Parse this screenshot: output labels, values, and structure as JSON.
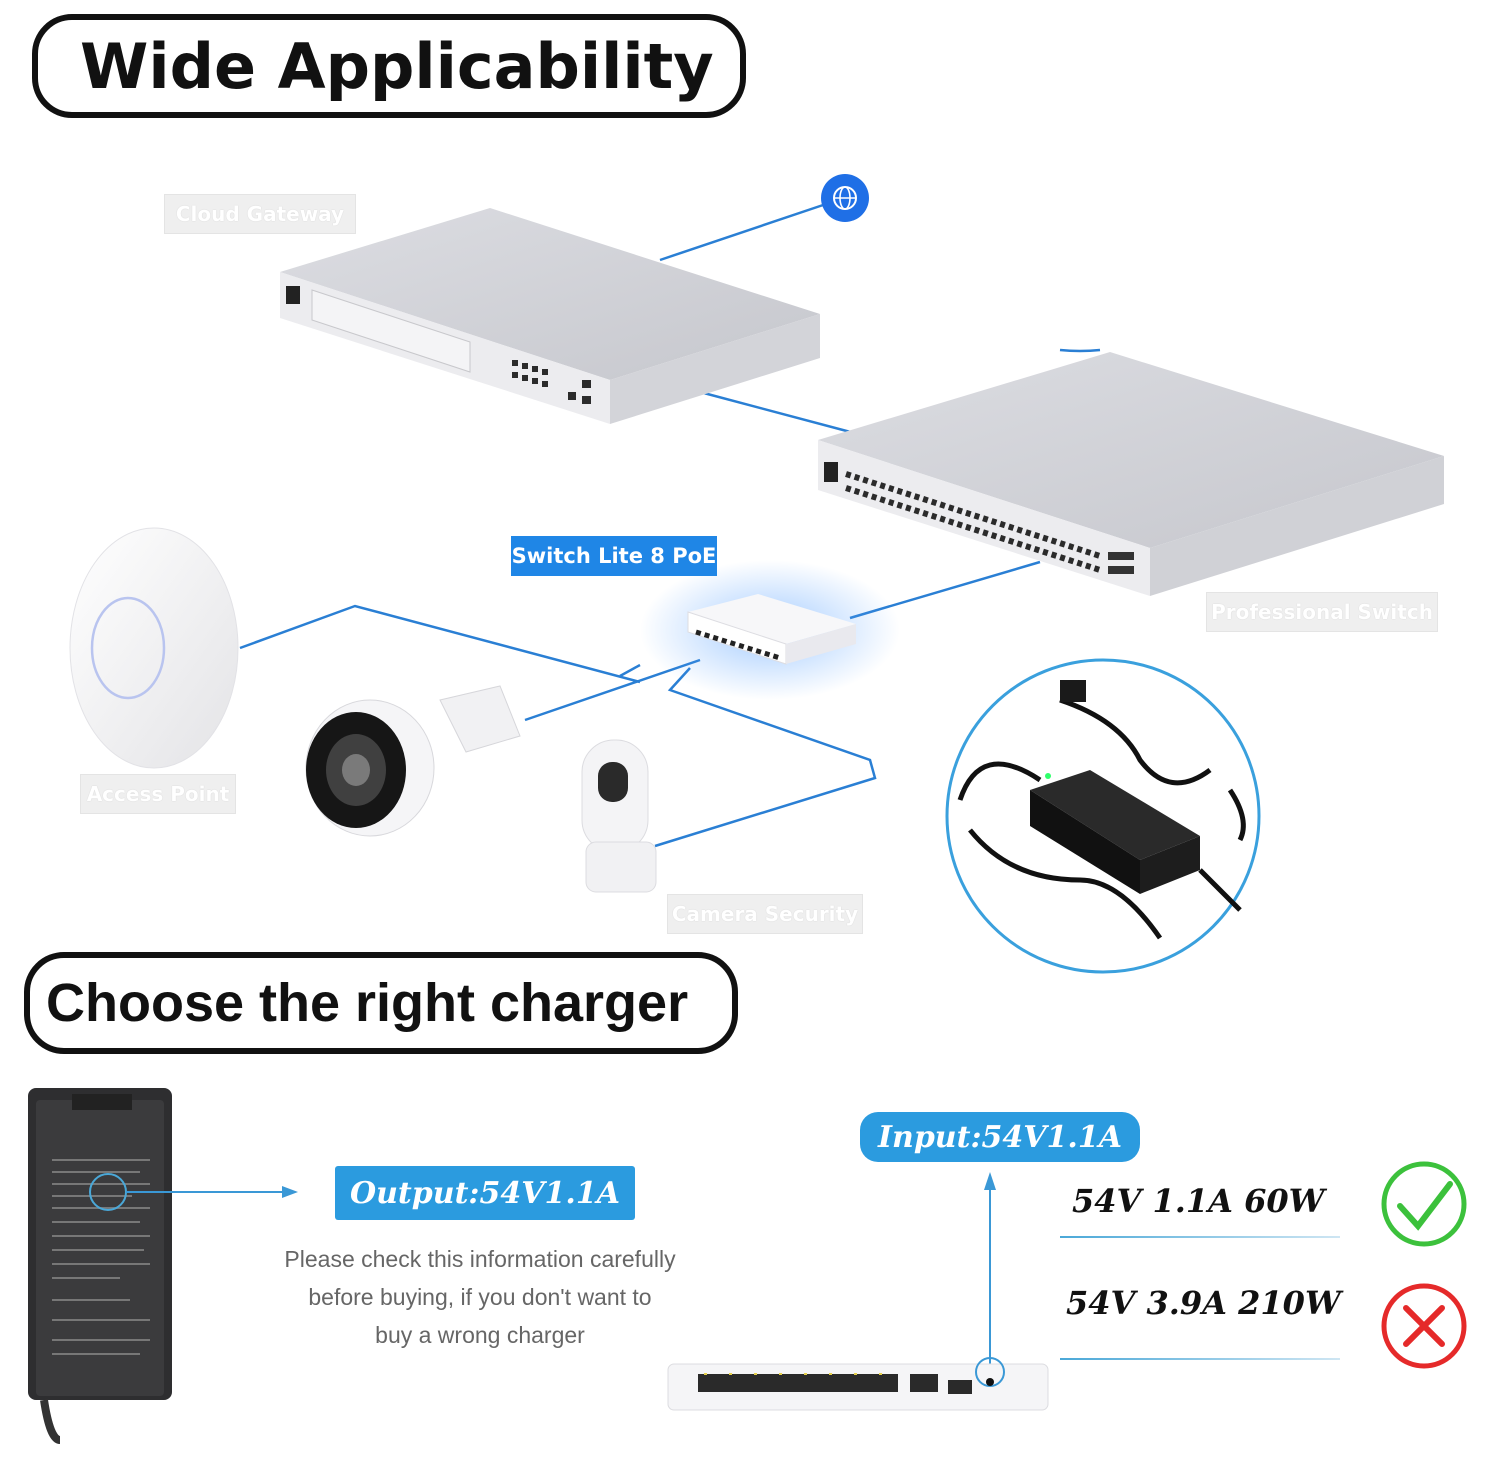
{
  "headings": {
    "wide_applicability": "Wide Applicability",
    "choose_charger": "Choose the right charger"
  },
  "diagram": {
    "cloud_gateway": "Cloud Gateway",
    "professional_switch": "Professional Switch",
    "switch_lite": "Switch Lite 8 PoE",
    "access_point": "Access Point",
    "camera_security": "Camera Security"
  },
  "charger": {
    "output_label": "Output:54V1.1A",
    "input_label": "Input:54V1.1A",
    "note_lines": [
      "Please check this information carefully",
      "before buying, if you don't want to",
      "buy a wrong charger"
    ],
    "spec_correct": "54V  1.1A 60W",
    "spec_wrong": "54V  3.9A 210W"
  },
  "colors": {
    "accent_blue": "#2b9bdf",
    "cable_blue": "#2a7fd4",
    "check_green": "#3cc13c",
    "cross_red": "#e52a2a"
  }
}
